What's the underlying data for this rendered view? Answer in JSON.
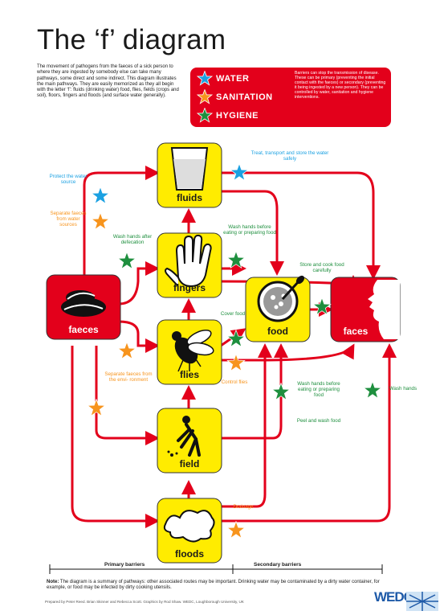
{
  "title": "The ‘f’ diagram",
  "intro": "The movement of pathogens from the faeces of a sick person to where they are ingested by somebody else can take many pathways, some direct and some indirect. This diagram illustrates the main pathways. They are easily memorized as they all begin with the letter ‘f’: fluids (drinking water) food, flies, fields (crops and soil), floors, fingers and floods (and surface water generally).",
  "legend": {
    "water": "WATER",
    "sanitation": "SANITATION",
    "hygiene": "HYGIENE",
    "note": "Barriers can stop the transmission of disease. These can be primary (preventing the initial contact with the faeces) or secondary (preventing it being ingested by a new person). They can be controlled by water, sanitation and hygiene interventions."
  },
  "colors": {
    "water": "#1ba1e2",
    "sanitation": "#f7941d",
    "hygiene": "#1e8f3e",
    "red": "#e3001b",
    "yellow": "#ffec00"
  },
  "nodes": {
    "fluids": "fluids",
    "fingers": "fingers",
    "faeces": "faeces",
    "flies": "flies",
    "food": "food",
    "faces": "faces",
    "field": "field",
    "floods": "floods"
  },
  "captions": {
    "treat_water": "Treat, transport and store the water safely",
    "protect_source": "Protect the water source",
    "separate_faeces_water": "Separate faeces from water sources",
    "wash_hands_defecation": "Wash hands after defecation",
    "wash_hands_eating_top": "Wash hands before eating or preparing food",
    "store_cook": "Store and cook food carefully",
    "cover_food": "Cover food",
    "separate_faeces_env": "Separate faeces from the envi- ronment",
    "control_flies": "Control flies",
    "wash_hands_eating_bottom": "Wash hands before eating or preparing food",
    "peel_wash": "Peel and wash food",
    "wash_hands": "Wash hands",
    "drainage": "Drainage"
  },
  "barriers": {
    "primary": "Primary barriers",
    "secondary": "Secondary barriers"
  },
  "note_label": "Note:",
  "note": "The diagram is a summary of pathways: other associated routes may be important. Drinking water may be contaminated by a dirty water container, for example, or food may be infected by dirty cooking utensils.",
  "credit": "Prepared by Peter Reed. Brian Skinner and Rebecca Scott. Graphics by Rod Shaw. WEDC, Loughborough University, UK",
  "logo": "WEDC"
}
